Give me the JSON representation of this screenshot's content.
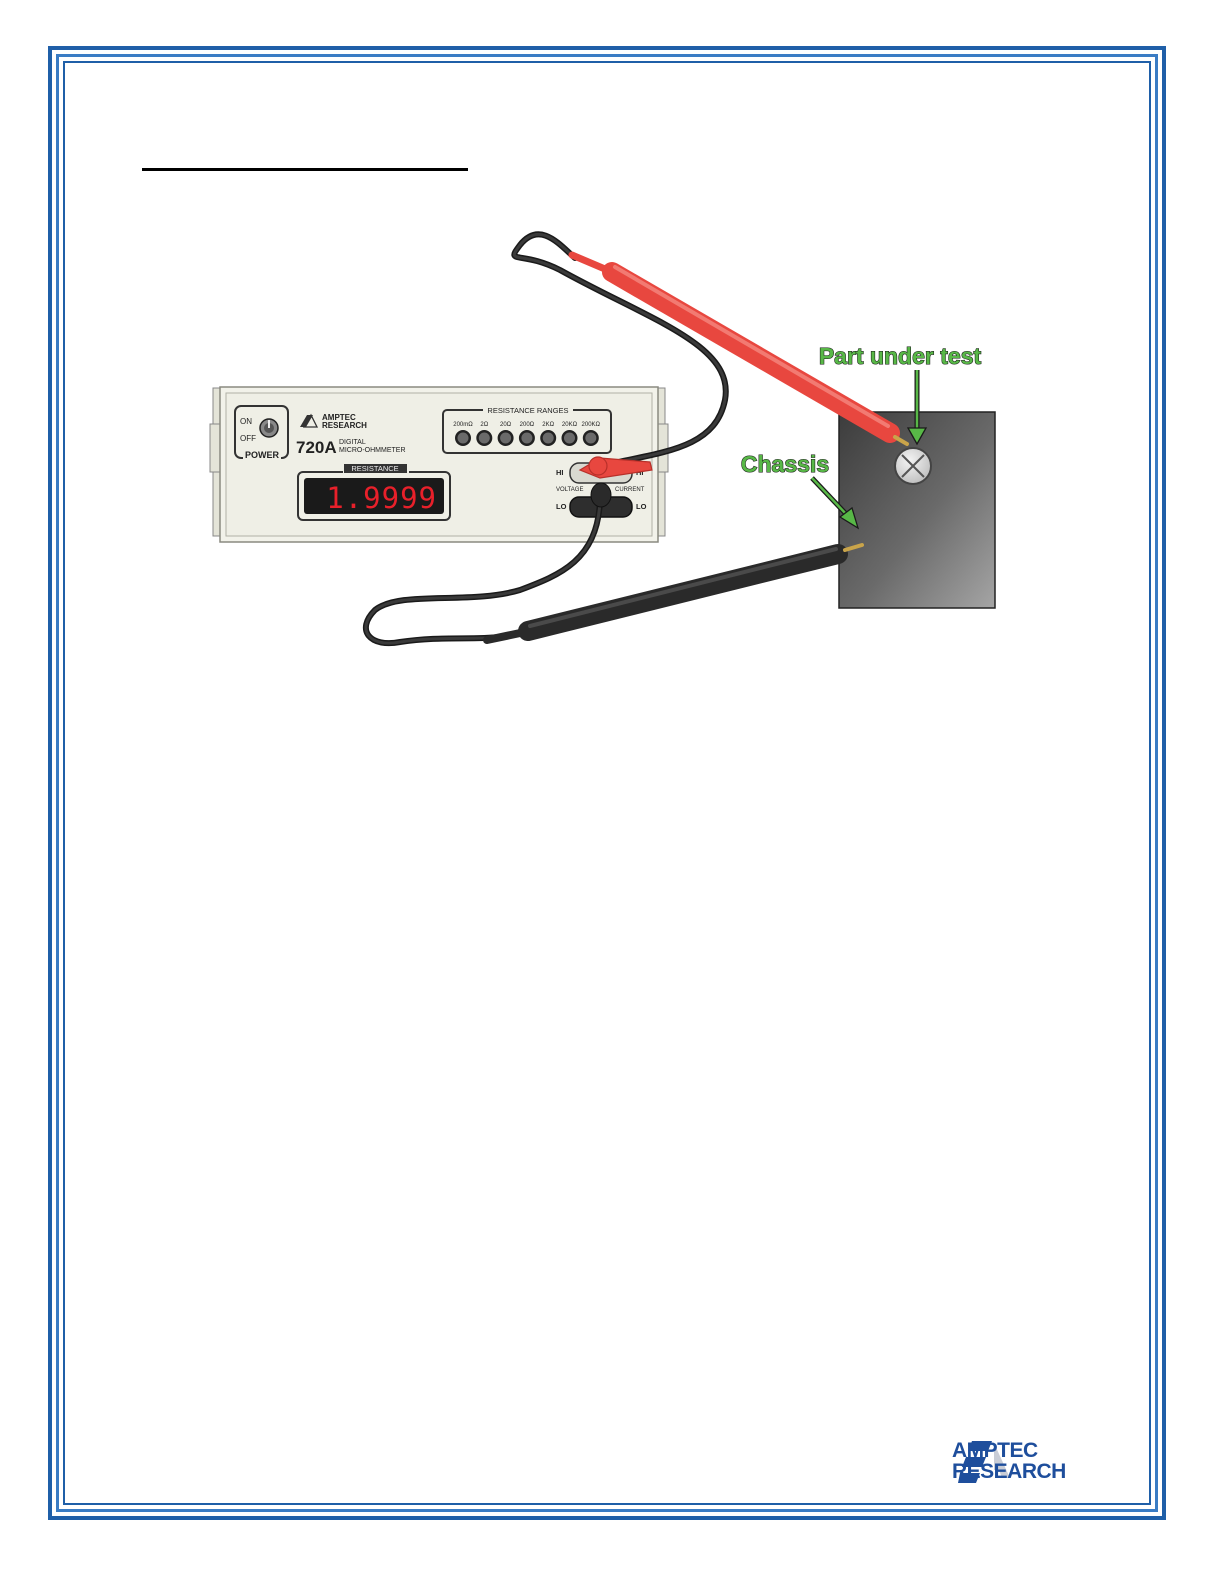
{
  "meter": {
    "brand_line1": "AMPTEC",
    "brand_line2": "RESEARCH",
    "model": "720A",
    "model_desc_line1": "DIGITAL",
    "model_desc_line2": "MICRO-OHMMETER",
    "power_on": "ON",
    "power_off": "OFF",
    "power_label": "POWER",
    "ranges_title": "RESISTANCE RANGES",
    "ranges": [
      "200mΩ",
      "2Ω",
      "20Ω",
      "200Ω",
      "2KΩ",
      "20KΩ",
      "200KΩ"
    ],
    "display_title": "RESISTANCE",
    "display_value": "1.9999",
    "terminal_hi_left": "HI",
    "terminal_hi_right": "HI",
    "terminal_lo_left": "LO",
    "terminal_lo_right": "LO",
    "voltage_label": "VOLTAGE",
    "current_label": "CURRENT"
  },
  "labels": {
    "part_under_test": "Part under test",
    "chassis": "Chassis"
  },
  "footer_logo": {
    "line1": "AMPTEC",
    "line2": "RESEARCH"
  },
  "colors": {
    "frame_blue": "#1f5fa8",
    "probe_red": "#e8473f",
    "probe_black": "#2a2a2a",
    "label_green": "#58b847",
    "display_red": "#e8202a",
    "logo_blue": "#1e4e9c"
  }
}
